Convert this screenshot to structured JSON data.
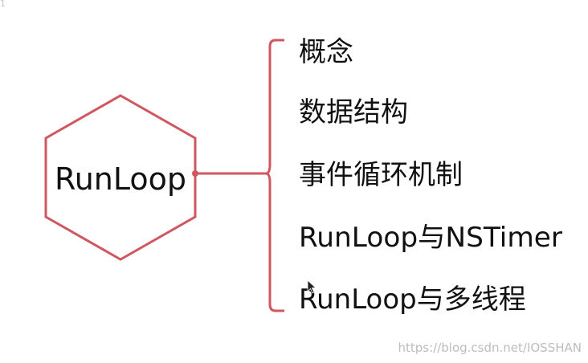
{
  "diagram": {
    "root_label": "RunLoop",
    "branches": [
      "概念",
      "数据结构",
      "事件循环机制",
      "RunLoop与NSTimer",
      "RunLoop与多线程"
    ]
  },
  "corner_mark": "1",
  "watermark": "https://blog.csdn.net/IOSSHAN",
  "colors": {
    "line": "#d0575f",
    "text": "#111111",
    "watermark": "#bdbdbd"
  },
  "icons": {
    "cursor": "mouse-pointer-icon"
  }
}
